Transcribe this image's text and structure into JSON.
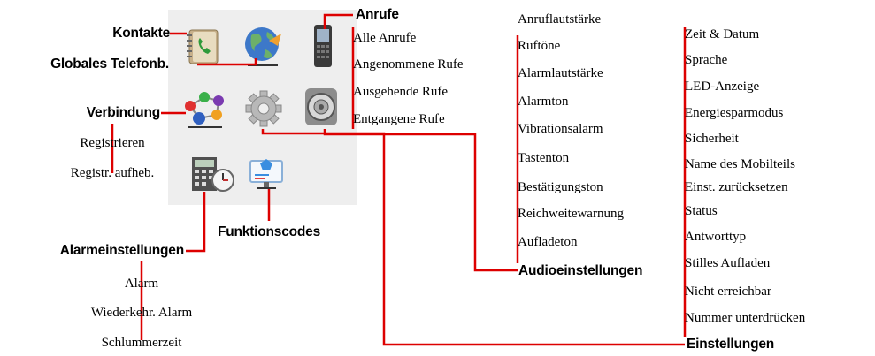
{
  "colors": {
    "connector": "#dd0000",
    "panel": "#eeeeee"
  },
  "left": {
    "contacts": "Kontakte",
    "phonebook": "Globales Telefonb.",
    "connection": {
      "title": "Verbindung",
      "items": [
        "Registrieren",
        "Registr. aufheb."
      ]
    },
    "alarm_settings": {
      "title": "Alarmeinstellungen",
      "items": [
        "Alarm",
        "Wiederkehr. Alarm",
        "Schlummerzeit"
      ]
    },
    "function_codes": "Funktionscodes"
  },
  "calls": {
    "title": "Anrufe",
    "items": [
      "Alle Anrufe",
      "Angenommene Rufe",
      "Ausgehende Rufe",
      "Entgangene Rufe"
    ]
  },
  "audio": {
    "title": "Audioeinstellungen",
    "items": [
      "Anruflautstärke",
      "Ruftöne",
      "Alarmlautstärke",
      "Alarmton",
      "Vibrationsalarm",
      "Tastenton",
      "Bestätigungston",
      "Reichweitewarnung",
      "Aufladeton"
    ]
  },
  "settings": {
    "title": "Einstellungen",
    "items": [
      "Zeit & Datum",
      "Sprache",
      "LED-Anzeige",
      "Energiesparmodus",
      "Sicherheit",
      "Name des Mobilteils",
      "Einst. zurücksetzen",
      "Status",
      "Antworttyp",
      "Stilles Aufladen",
      "Nicht erreichbar",
      "Nummer unterdrücken"
    ]
  },
  "icons": [
    "contacts-book-icon",
    "globe-icon",
    "handset-icon",
    "connection-network-icon",
    "gear-icon",
    "speaker-icon",
    "calculator-clock-icon",
    "monitor-icon"
  ]
}
